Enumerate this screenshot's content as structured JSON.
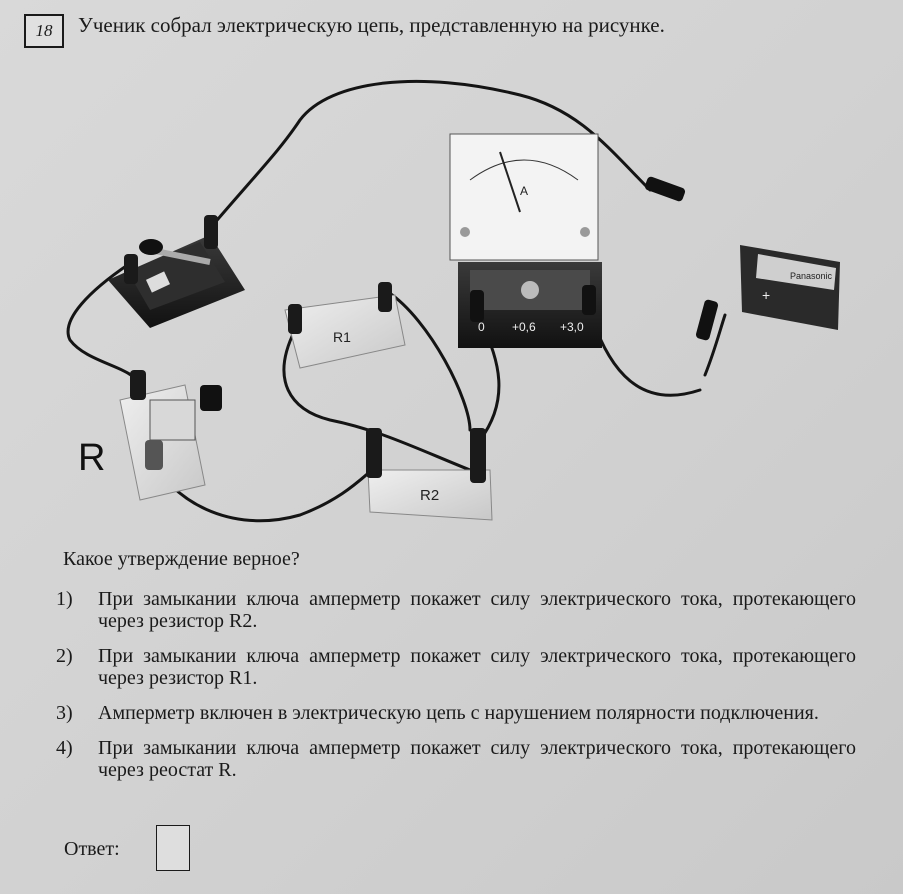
{
  "question": {
    "number": "18",
    "title": "Ученик собрал электрическую цепь, представленную на рисунке."
  },
  "figure": {
    "label_rheostat": "R",
    "label_r1": "R1",
    "label_r2": "R2",
    "ammeter_letter": "A",
    "ammeter_terminals": [
      "0",
      "+0,6",
      "+3,0"
    ],
    "battery_plus": "+",
    "battery_brand": "Panasonic"
  },
  "prompt": "Какое утверждение верное?",
  "options": [
    {
      "num": "1)",
      "text": "При замыкании ключа амперметр покажет силу электрического тока, протекающего через резистор R2."
    },
    {
      "num": "2)",
      "text": "При замыкании ключа амперметр покажет силу электрического тока, протекающего через резистор R1."
    },
    {
      "num": "3)",
      "text": "Амперметр включен в электрическую цепь с нарушением полярности подключения."
    },
    {
      "num": "4)",
      "text": "При замыкании ключа амперметр покажет силу электрического тока, протекающего через реостат R."
    }
  ],
  "answer_label": "Ответ:"
}
